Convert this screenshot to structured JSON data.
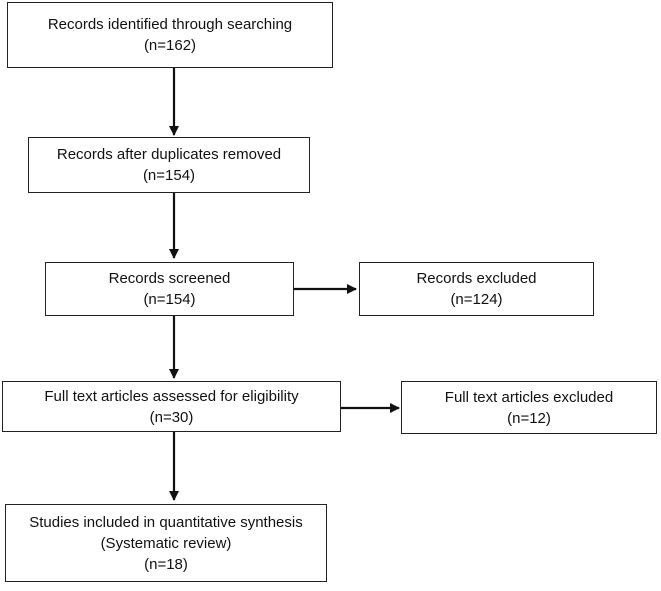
{
  "flowchart": {
    "identified": {
      "title": "Records identified through searching",
      "count": "(n=162)"
    },
    "deduplicated": {
      "title": "Records after duplicates removed",
      "count": "(n=154)"
    },
    "screened": {
      "title": "Records screened",
      "count": "(n=154)"
    },
    "excluded": {
      "title": "Records excluded",
      "count": "(n=124)"
    },
    "fulltext": {
      "title": "Full text articles assessed for eligibility",
      "count": "(n=30)"
    },
    "fulltext_excluded": {
      "title": "Full text articles excluded",
      "count": "(n=12)"
    },
    "included": {
      "title": "Studies included in quantitative synthesis",
      "subtitle": "(Systematic review)",
      "count": "(n=18)"
    }
  }
}
